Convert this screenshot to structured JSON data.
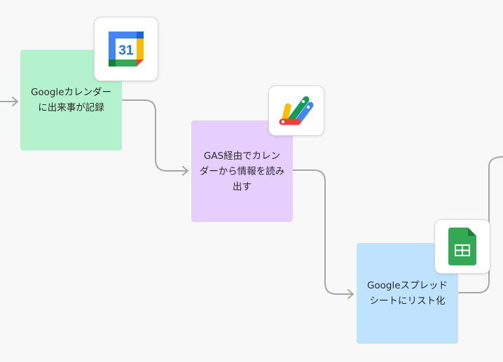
{
  "colors": {
    "node_calendar": "#b3f2cc",
    "node_gas": "#e6ceff",
    "node_sheets": "#bfe3ff",
    "connector": "#a6a6a6"
  },
  "nodes": {
    "calendar": {
      "label": "Googleカレンダー\nに出来事が記録"
    },
    "gas": {
      "label": "GAS経由でカレン\nダーから情報を読み\n出す"
    },
    "sheets": {
      "label": "Googleスプレッド\nシートにリスト化"
    }
  },
  "icons": {
    "calendar": {
      "name": "google-calendar-icon",
      "text": "31"
    },
    "gas": {
      "name": "google-apps-script-icon"
    },
    "sheets": {
      "name": "google-sheets-icon"
    }
  }
}
